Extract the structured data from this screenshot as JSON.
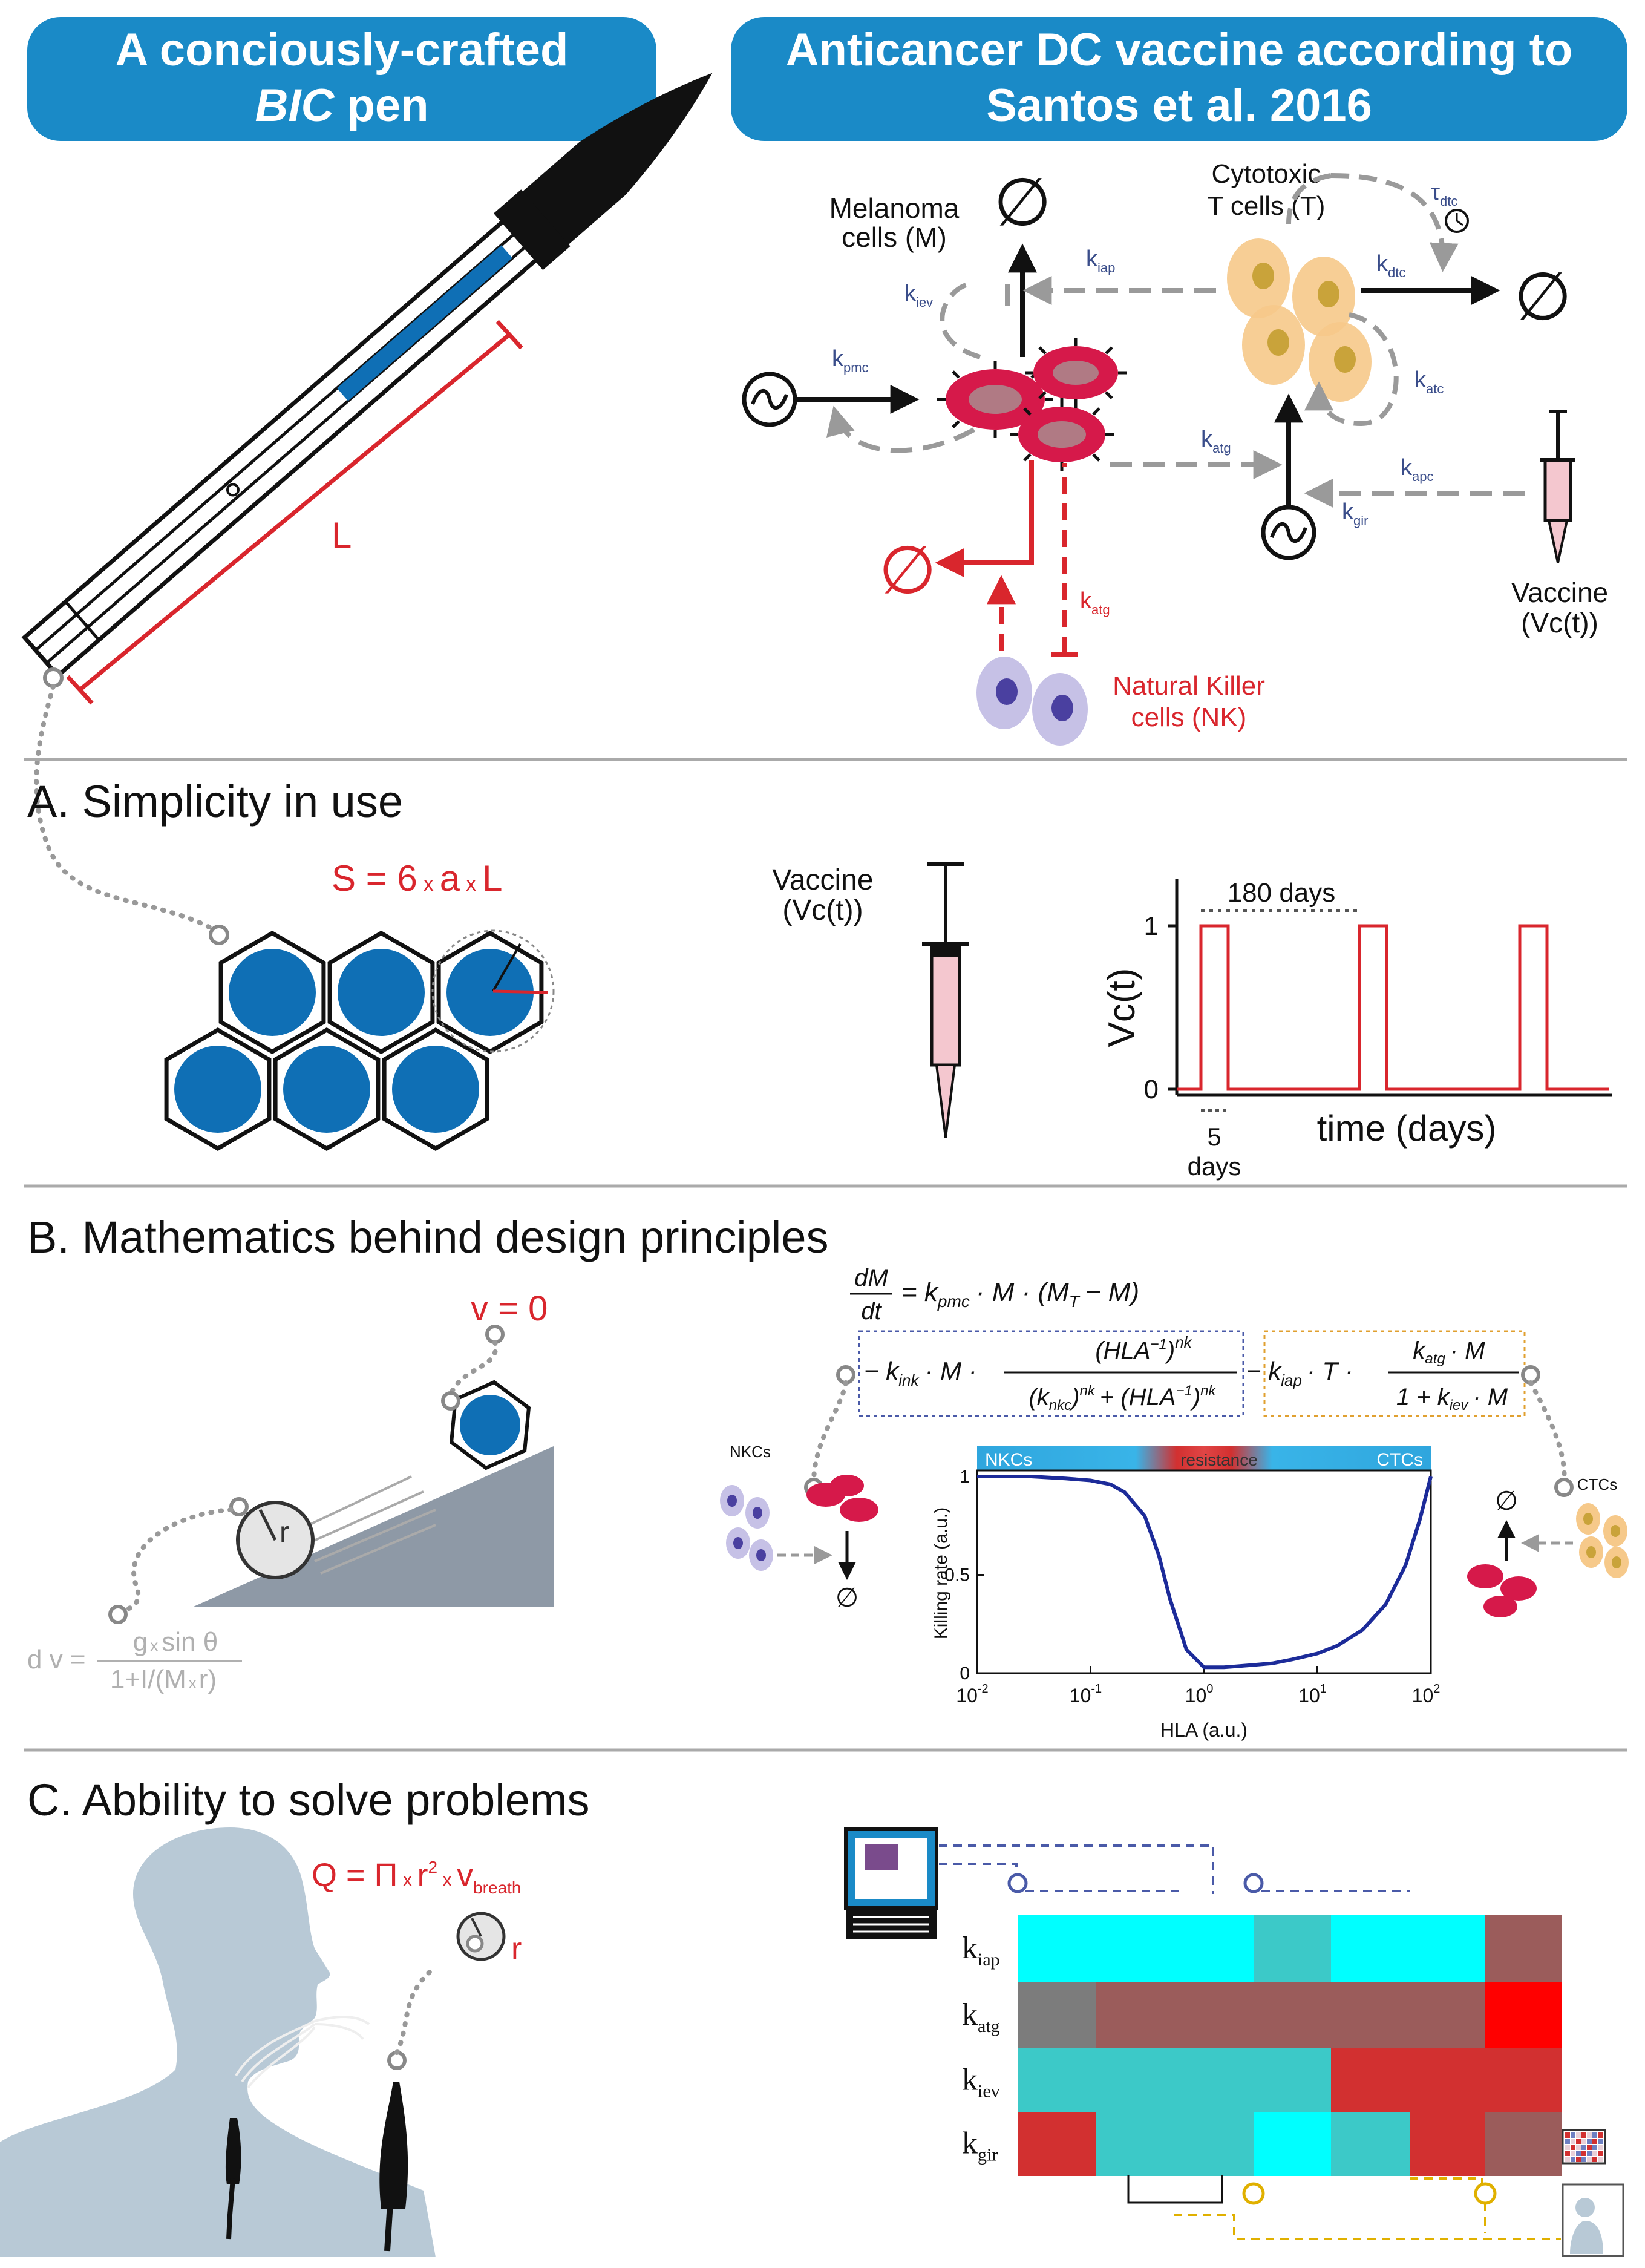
{
  "headers": {
    "pen_line1": "A conciously-crafted",
    "pen_line2_italic": "BIC",
    "pen_line2_rest": " pen",
    "vaccine_line1": "Anticancer DC vaccine according to",
    "vaccine_line2": "Santos et al. 2016"
  },
  "top_diagram": {
    "pen_length": "L",
    "melanoma_line1": "Melanoma",
    "melanoma_line2": "cells (M)",
    "tcells_line1": "Cytotoxic",
    "tcells_line2": "T cells (T)",
    "nk_line1": "Natural Killer",
    "nk_line2": "cells (NK)",
    "vaccine_line1": "Vaccine",
    "vaccine_line2": "(Vc(t))",
    "null_symbol": "∅",
    "tau_main": "τ",
    "tau_sub": "dtc",
    "k": "k",
    "k_iap": "iap",
    "k_iev": "iev",
    "k_pmc": "pmc",
    "k_dtc": "dtc",
    "k_atc": "atc",
    "k_atg": "atg",
    "k_apc": "apc",
    "k_gir": "gir"
  },
  "section_a": {
    "title": "A. Simplicity in use",
    "formula_s": "S = 6",
    "formula_x": "x",
    "formula_a": "a",
    "formula_l": "L",
    "vaccine_line1": "Vaccine",
    "vaccine_line2": "(Vc(t))",
    "days_label": "180 days",
    "ylabel": "Vc(t)",
    "y1": "1",
    "y0": "0",
    "xlabel": "time (days)",
    "dur_num": "5",
    "dur_unit": "days"
  },
  "section_b": {
    "title": "B. Mathematics behind design principles",
    "v0": "v = 0",
    "r": "r",
    "dv": "d v =",
    "dv_num_g": "g",
    "dv_num_x": "x",
    "dv_num_sin": "sin θ",
    "dv_den_a": "1+I/(M",
    "dv_den_x": "x",
    "dv_den_b": "r)",
    "eq_dM": "dM",
    "eq_dt": "dt",
    "eq_rhs": "= k",
    "eq_rhs_sub": "pmc",
    "eq_rhs_rest": "· M · (M",
    "eq_rhs_T": "T",
    "eq_rhs_end": "− M)",
    "eq_line2_a": "− k",
    "eq_ink": "ink",
    "eq_line2_b": "· M ·",
    "eq_frac_num": "(HLA",
    "eq_frac_sup": "−1",
    "eq_frac_num_end": ")",
    "eq_nk": "nk",
    "eq_den_a": "(k",
    "eq_den_nkc": "nkc",
    "eq_den_b": ")",
    "eq_den_c": "+ (HLA",
    "eq_minus_k": "− k",
    "eq_iap": "iap",
    "eq_T_dot": "· T ·",
    "eq_katg": "k",
    "eq_atg": "atg",
    "eq_katg_M": "· M",
    "eq_den2": "1 + k",
    "eq_iev": "iev",
    "eq_den2_M": "· M",
    "nkcs_small": "NKCs",
    "ctcs_small": "CTCs",
    "null_symbol": "∅"
  },
  "chart_data": {
    "type": "line",
    "bar_left": "NKCs",
    "bar_mid": "resistance",
    "bar_right": "CTCs",
    "ylabel": "Killing rate (a.u.)",
    "xlabel": "HLA (a.u.)",
    "xscale": "log",
    "xlim": [
      0.01,
      100
    ],
    "ylim": [
      0,
      1
    ],
    "yticks": [
      "0",
      "0.5",
      "1"
    ],
    "xticks": [
      {
        "base": "10",
        "exp": "-2"
      },
      {
        "base": "10",
        "exp": "-1"
      },
      {
        "base": "10",
        "exp": "0"
      },
      {
        "base": "10",
        "exp": "1"
      },
      {
        "base": "10",
        "exp": "2"
      }
    ],
    "series": [
      {
        "x": [
          0.01,
          0.03,
          0.06,
          0.1,
          0.15,
          0.2,
          0.3,
          0.4,
          0.5,
          0.7,
          1.0,
          1.5,
          2.5,
          4,
          6,
          10,
          15,
          25,
          40,
          60,
          80,
          100
        ],
        "y": [
          1.0,
          1.0,
          0.99,
          0.98,
          0.96,
          0.92,
          0.8,
          0.6,
          0.38,
          0.12,
          0.03,
          0.03,
          0.04,
          0.05,
          0.07,
          0.1,
          0.14,
          0.22,
          0.35,
          0.55,
          0.78,
          1.0
        ]
      }
    ]
  },
  "section_c": {
    "title": "C. Abbility to solve problems",
    "q_formula": "Q = Π",
    "q_x": "x",
    "q_r": "r",
    "q_sup": "2",
    "q_x2": "x",
    "q_v": "v",
    "q_sub": "breath",
    "r": "r",
    "heatmap_rows": [
      "iap",
      "atg",
      "iev",
      "gir"
    ],
    "heatmap_k": "k",
    "heatmap_colors": [
      [
        "#00ffff",
        "#00ffff",
        "#00ffff",
        "#3cc9c8",
        "#00ffff",
        "#00ffff",
        "#9b5c5b"
      ],
      [
        "#7c7c7c",
        "#9b5c5b",
        "#9b5c5b",
        "#9b5c5b",
        "#9b5c5b",
        "#9b5c5b",
        "#ff0000"
      ],
      [
        "#3cc9c8",
        "#3cc9c8",
        "#3cc9c8",
        "#3cc9c8",
        "#d23030",
        "#d23030",
        "#d23030"
      ],
      [
        "#d23030",
        "#3cc9c8",
        "#3cc9c8",
        "#00ffff",
        "#3cc9c8",
        "#d23030",
        "#9b5c5b"
      ]
    ]
  },
  "colors": {
    "header_blue": "#1a8ac7",
    "accent_red": "#d9262d",
    "dark_blue": "#1c2b99",
    "pen_blue": "#0f6fb5",
    "grey_arrow": "#9a9a9a",
    "tcell": "#f6c98a",
    "nk": "#b9b3dd",
    "melanoma": "#d6194a",
    "body_silhouette": "#b8c9d6"
  }
}
